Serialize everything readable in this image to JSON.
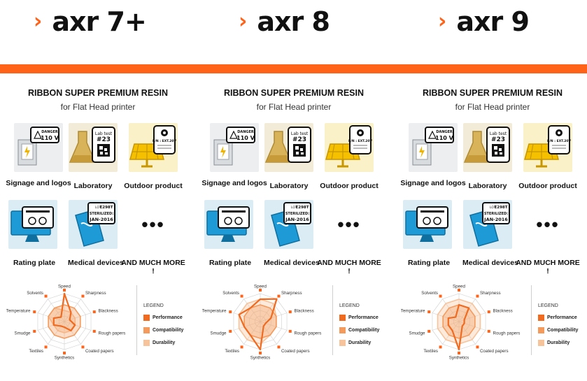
{
  "colors": {
    "orange": "#ff6319",
    "performance": "#f06a1f",
    "compatibility": "#f49a5c",
    "durability": "#f7c39b"
  },
  "header": {
    "chevron": "›",
    "brands": [
      "axr 7+",
      "axr 8",
      "axr 9"
    ]
  },
  "columns": [
    {
      "title": "RIBBON SUPER PREMIUM RESIN",
      "subtitle": "for Flat Head printer"
    },
    {
      "title": "RIBBON SUPER PREMIUM RESIN",
      "subtitle": "for Flat Head printer"
    },
    {
      "title": "RIBBON SUPER PREMIUM RESIN",
      "subtitle": "for Flat Head printer"
    }
  ],
  "applications": [
    {
      "icon": "signage-icon",
      "label": "Signage and logos"
    },
    {
      "icon": "laboratory-icon",
      "label": "Laboratory"
    },
    {
      "icon": "outdoor-product-icon",
      "label": "Outdoor product"
    },
    {
      "icon": "rating-plate-icon",
      "label": "Rating plate"
    },
    {
      "icon": "medical-devices-icon",
      "label": "Medical devices"
    },
    {
      "icon": "more-dots-icon",
      "label": "AND MUCH MORE !"
    }
  ],
  "icon_text": {
    "danger": "DANGER",
    "voltage": "110 V",
    "lab_test": "Lab test",
    "lab_number": "#23",
    "pn": "P/N : EXT.20V",
    "lot": "LOT",
    "lot_code": "E298T",
    "sterilized": "STERILIZED:",
    "date": "JAN-2016",
    "more_dots": "•••"
  },
  "chart_data": [
    {
      "type": "radar",
      "axes": [
        "Speed",
        "Sharpness",
        "Blackness",
        "Rough papers",
        "Coated papers",
        "Synthetics",
        "Textiles",
        "Smudge",
        "Temperature",
        "Solvents"
      ],
      "rmax": 5,
      "legend_title": "LEGEND",
      "legend_position": "right",
      "series": [
        {
          "name": "Performance",
          "values": [
            5,
            2,
            1,
            2,
            2,
            1,
            1,
            2,
            2,
            1
          ]
        },
        {
          "name": "Compatibility",
          "values": [
            3,
            3,
            3,
            3,
            3,
            3,
            3,
            3,
            3,
            3
          ]
        },
        {
          "name": "Durability",
          "values": [
            2,
            2,
            2,
            2,
            2,
            2,
            2,
            2,
            3,
            3
          ]
        }
      ]
    },
    {
      "type": "radar",
      "axes": [
        "Speed",
        "Sharpness",
        "Blackness",
        "Rough papers",
        "Coated papers",
        "Synthetics",
        "Textiles",
        "Smudge",
        "Temperature",
        "Solvents"
      ],
      "rmax": 5,
      "legend_title": "LEGEND",
      "legend_position": "right",
      "series": [
        {
          "name": "Performance",
          "values": [
            4,
            5,
            2,
            1,
            1,
            5,
            3,
            3,
            4,
            3
          ]
        },
        {
          "name": "Compatibility",
          "values": [
            3,
            3,
            3,
            3,
            3,
            3,
            3,
            3,
            3,
            3
          ]
        },
        {
          "name": "Durability",
          "values": [
            4,
            4,
            3,
            3,
            3,
            4,
            4,
            4,
            4,
            4
          ]
        }
      ]
    },
    {
      "type": "radar",
      "axes": [
        "Speed",
        "Sharpness",
        "Blackness",
        "Rough papers",
        "Coated papers",
        "Synthetics",
        "Textiles",
        "Smudge",
        "Temperature",
        "Solvents"
      ],
      "rmax": 5,
      "legend_title": "LEGEND",
      "legend_position": "right",
      "series": [
        {
          "name": "Performance",
          "values": [
            3,
            3,
            1,
            1,
            1,
            5,
            2,
            2,
            2,
            1
          ]
        },
        {
          "name": "Compatibility",
          "values": [
            3,
            3,
            3,
            3,
            3,
            3,
            3,
            3,
            3,
            3
          ]
        },
        {
          "name": "Durability",
          "values": [
            4,
            4,
            4,
            4,
            4,
            4,
            4,
            4,
            4,
            4
          ]
        }
      ]
    }
  ]
}
